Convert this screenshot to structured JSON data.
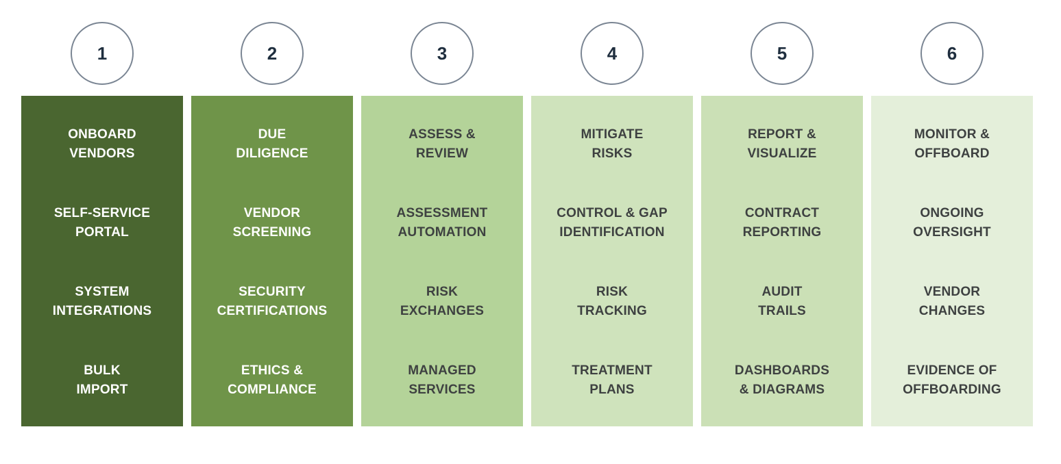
{
  "page": {
    "background": "#ffffff"
  },
  "palette": {
    "circle_border": "#7a8593",
    "circle_number": "#1f2e3e",
    "light_text": "#ffffff",
    "dark_text": "#3e4141"
  },
  "diagram": {
    "steps": [
      {
        "number": "1",
        "bg": "#4a6630",
        "text_color": "#ffffff",
        "items": [
          "ONBOARD\nVENDORS",
          "SELF-SERVICE\nPORTAL",
          "SYSTEM\nINTEGRATIONS",
          "BULK\nIMPORT"
        ]
      },
      {
        "number": "2",
        "bg": "#6f9449",
        "text_color": "#ffffff",
        "items": [
          "DUE\nDILIGENCE",
          "VENDOR\nSCREENING",
          "SECURITY\nCERTIFICATIONS",
          "ETHICS &\nCOMPLIANCE"
        ]
      },
      {
        "number": "3",
        "bg": "#b4d399",
        "text_color": "#3e4141",
        "items": [
          "ASSESS &\nREVIEW",
          "ASSESSMENT\nAUTOMATION",
          "RISK\nEXCHANGES",
          "MANAGED\nSERVICES"
        ]
      },
      {
        "number": "4",
        "bg": "#cfe3bc",
        "text_color": "#3e4141",
        "items": [
          "MITIGATE\nRISKS",
          "CONTROL & GAP\nIDENTIFICATION",
          "RISK\nTRACKING",
          "TREATMENT\nPLANS"
        ]
      },
      {
        "number": "5",
        "bg": "#cbe0b6",
        "text_color": "#3e4141",
        "items": [
          "REPORT &\nVISUALIZE",
          "CONTRACT\nREPORTING",
          "AUDIT\nTRAILS",
          "DASHBOARDS\n& DIAGRAMS"
        ]
      },
      {
        "number": "6",
        "bg": "#e4efda",
        "text_color": "#3e4141",
        "items": [
          "MONITOR &\nOFFBOARD",
          "ONGOING\nOVERSIGHT",
          "VENDOR\nCHANGES",
          "EVIDENCE OF\nOFFBOARDING"
        ]
      }
    ]
  }
}
